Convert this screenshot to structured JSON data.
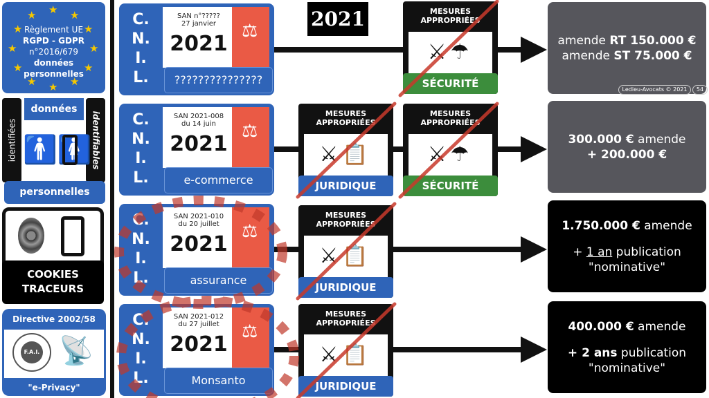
{
  "left": {
    "eu": {
      "line1": "Règlement UE",
      "line2": "RGPD - GDPR",
      "line3": "n°2016/679",
      "line4": "données",
      "line5": "personnelles"
    },
    "data": {
      "top": "données",
      "left": "identifiées",
      "right": "identifiables",
      "bottom": "personnelles"
    },
    "cookies": {
      "line1": "COOKIES",
      "line2": "TRACEURS"
    },
    "eprivacy": {
      "top": "Directive 2002/58",
      "fai": "F.A.I.",
      "bottom": "\"e-Privacy\""
    }
  },
  "year_badge": "2021",
  "cnil_letters": [
    "C.",
    "N.",
    "I.",
    "L."
  ],
  "rows": [
    {
      "sub1": "SAN n°?????",
      "sub2": "27 janvier",
      "year": "2021",
      "label": "???????????????",
      "result": [
        {
          "pre": "amende ",
          "bold": "RT 150.000 €",
          "post": ""
        },
        {
          "pre": "amende ",
          "bold": "ST 75.000 €",
          "post": ""
        }
      ]
    },
    {
      "sub1": "SAN 2021-008",
      "sub2": "du 14 juin",
      "year": "2021",
      "label": "e-commerce",
      "result": [
        {
          "pre": "",
          "bold": "300.000 €",
          "post": " amende"
        },
        {
          "pre": "",
          "bold": "+ 200.000 €",
          "post": ""
        }
      ]
    },
    {
      "sub1": "SAN 2021-010",
      "sub2": "du 20 juillet",
      "year": "2021",
      "label": "assurance",
      "result": [
        {
          "pre": "",
          "bold": "1.750.000 €",
          "post": " amende"
        },
        {
          "pre": "+ ",
          "under": "1 an",
          "post": " publication"
        },
        {
          "pre": "\"nominative\""
        }
      ]
    },
    {
      "sub1": "SAN 2021-012",
      "sub2": "du 27 juillet",
      "year": "2021",
      "label": "Monsanto",
      "result": [
        {
          "pre": "",
          "bold": "400.000 €",
          "post": " amende"
        },
        {
          "pre": "",
          "bold": "+ 2 ans",
          "post": " publication"
        },
        {
          "pre": "\"nominative\""
        }
      ]
    }
  ],
  "mesures": {
    "title1": "MESURES",
    "title2": "APPROPRIÉES",
    "securite": "SÉCURITÉ",
    "juridique": "JURIDIQUE"
  },
  "colors": {
    "blue": "#2f64b8",
    "green": "#3c8d3c",
    "red": "#ea5a45",
    "gray": "#56565c"
  },
  "footer": {
    "credit": "Ledieu-Avocats © 2021",
    "page": "54"
  }
}
